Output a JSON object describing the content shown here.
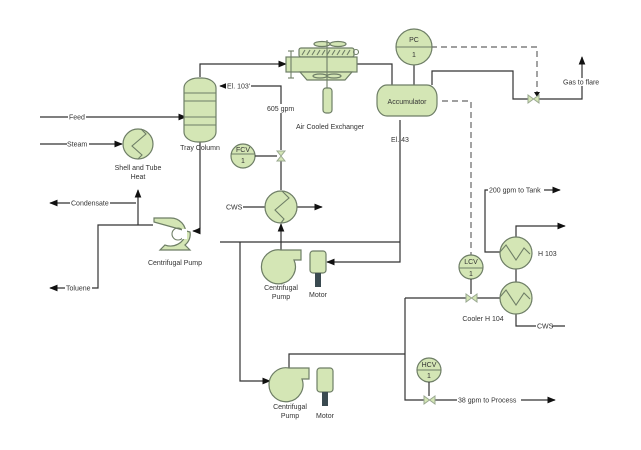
{
  "diagram": {
    "type": "process-flow-diagram",
    "colors": {
      "equipment_fill": "#d4e6b5",
      "equipment_stroke": "#6e7e66",
      "pipe": "#333333",
      "signal": "#666666"
    },
    "streams": {
      "feed": "Feed",
      "steam": "Steam",
      "condensate": "Condensate",
      "toluene": "Toluene",
      "cws_left": "CWS",
      "cws_right": "CWS",
      "gas_to_flare": "Gas to flare",
      "to_tank": "200 gpm to Tank",
      "to_process": "38 gpm to Process",
      "reflux_flow": "605 gpm",
      "elevation_column": "El. 103'",
      "elevation_accumulator": "El. 43"
    },
    "equipment": {
      "tray_column": "Tray Column",
      "shell_tube_heater": [
        "Shell and Tube",
        "Heat"
      ],
      "centrifugal_pump_1": "Centrifugal Pump",
      "centrifugal_pump_2": [
        "Centrifugal",
        "Pump"
      ],
      "centrifugal_pump_3": [
        "Centrifugal",
        "Pump"
      ],
      "motor_1": "Motor",
      "motor_2": "Motor",
      "air_cooled_exchanger": "Air Cooled Exchanger",
      "accumulator": "Accumulator",
      "h103": "H 103",
      "cooler_h104": "Cooler H 104"
    },
    "instruments": {
      "pc": {
        "tag": "PC",
        "num": "1"
      },
      "fcv": {
        "tag": "FCV",
        "num": "1"
      },
      "lcv": {
        "tag": "LCV",
        "num": "1"
      },
      "hcv": {
        "tag": "HCV",
        "num": "1"
      }
    }
  }
}
